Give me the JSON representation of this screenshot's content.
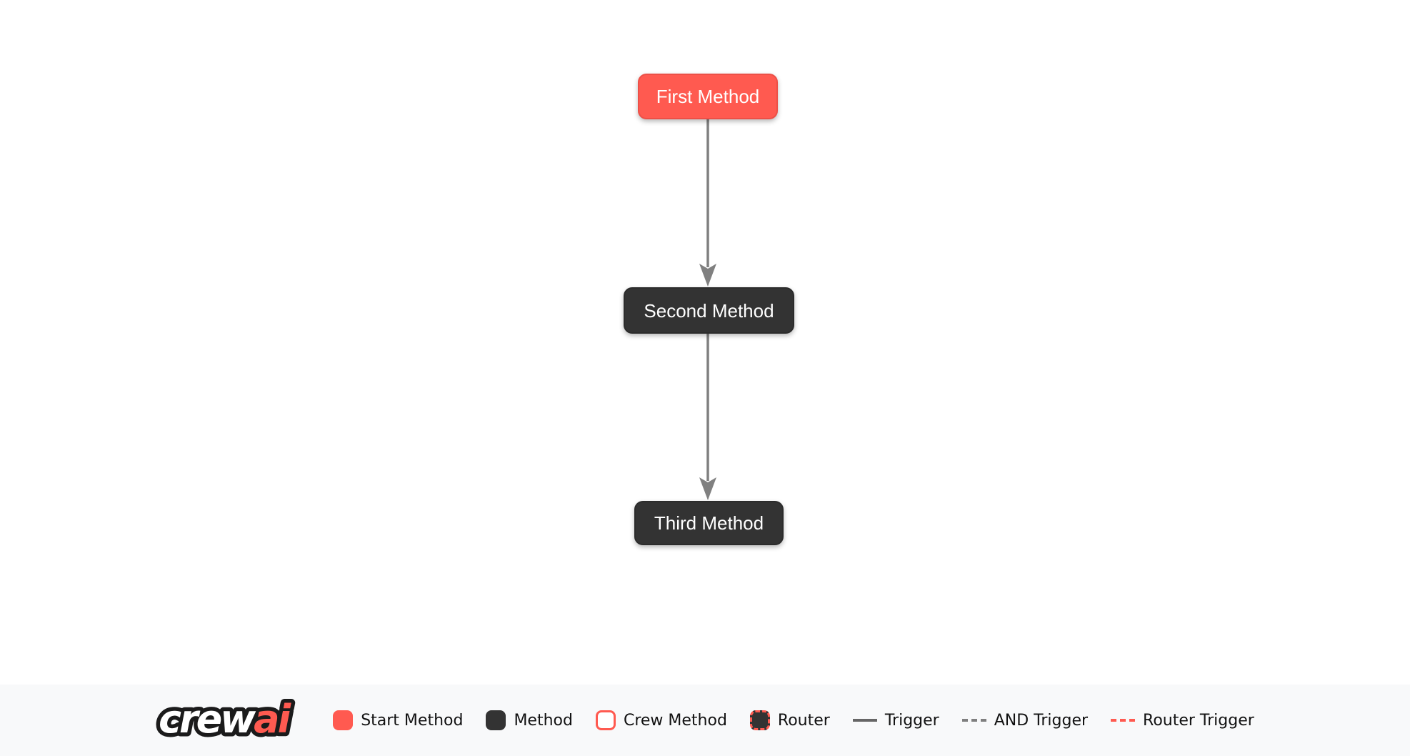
{
  "diagram": {
    "nodes": [
      {
        "label": "First Method",
        "type": "start"
      },
      {
        "label": "Second Method",
        "type": "method"
      },
      {
        "label": "Third Method",
        "type": "method"
      }
    ],
    "edges": [
      {
        "from": "First Method",
        "to": "Second Method",
        "type": "trigger"
      },
      {
        "from": "Second Method",
        "to": "Third Method",
        "type": "trigger"
      }
    ]
  },
  "legend": {
    "logo": {
      "crew": "crew",
      "ai": "ai"
    },
    "items": [
      {
        "label": "Start Method",
        "swatch": "start-square",
        "color": "#FF5A50"
      },
      {
        "label": "Method",
        "swatch": "method-square",
        "color": "#333333"
      },
      {
        "label": "Crew Method",
        "swatch": "crew-square",
        "color": "#FFFFFF",
        "border": "#FF5A50"
      },
      {
        "label": "Router",
        "swatch": "router-square",
        "color": "#333333",
        "border": "#FF5A50"
      },
      {
        "label": "Trigger",
        "swatch": "solid-line",
        "color": "#666666"
      },
      {
        "label": "AND Trigger",
        "swatch": "dashed-line",
        "color": "#7F7F7F"
      },
      {
        "label": "Router Trigger",
        "swatch": "dashed-line",
        "color": "#FF5A50"
      }
    ]
  },
  "colors": {
    "start_node": "#FF5A50",
    "method_node": "#333333",
    "node_text": "#FFFFFF",
    "edge": "#808080",
    "canvas_background": "#FFFFFF",
    "legend_background": "#F8F9FA"
  }
}
